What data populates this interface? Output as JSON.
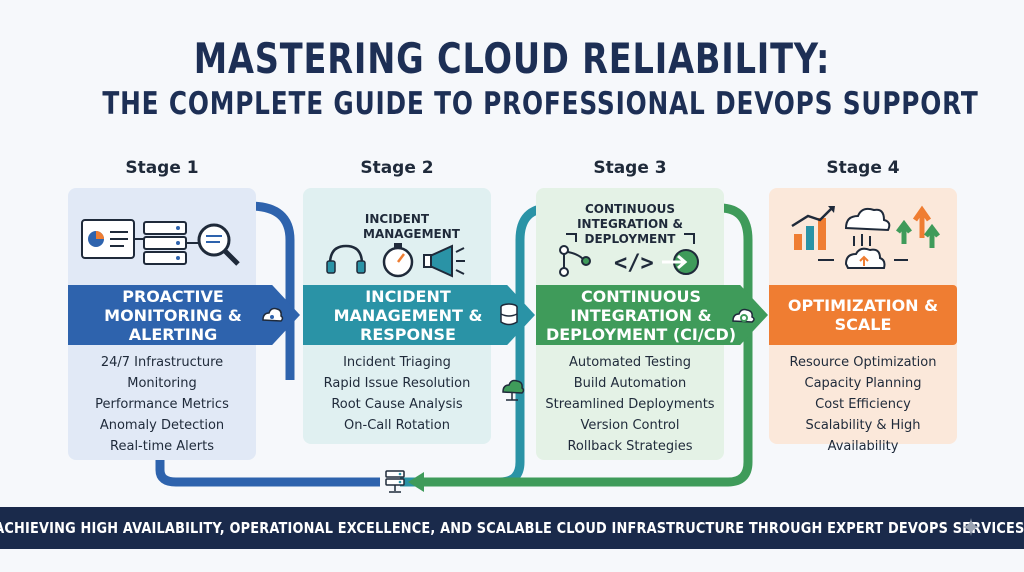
{
  "header": {
    "title": "MASTERING CLOUD RELIABILITY:",
    "subtitle": "THE COMPLETE GUIDE TO PROFESSIONAL DEVOPS SUPPORT"
  },
  "stages": [
    {
      "label": "Stage 1",
      "top_text": "",
      "banner": "PROACTIVE MONITORING & ALERTING",
      "bullets": [
        "24/7 Infrastructure Monitoring",
        "Performance Metrics",
        "Anomaly Detection",
        "Real-time Alerts"
      ],
      "icons": [
        "dashboard-icon",
        "server-rack-icon",
        "magnifier-chart-icon"
      ],
      "color": "#2e63ad"
    },
    {
      "label": "Stage 2",
      "top_text": "INCIDENT MANAGEMENT",
      "banner": "INCIDENT MANAGEMENT & RESPONSE",
      "bullets": [
        "Incident Triaging",
        "Rapid Issue Resolution",
        "Root Cause Analysis",
        "On-Call Rotation"
      ],
      "icons": [
        "headset-icon",
        "stopwatch-icon",
        "megaphone-icon"
      ],
      "color": "#2a93a6"
    },
    {
      "label": "Stage 3",
      "top_text": "CONTINUOUS INTEGRATION & DEPLOYMENT",
      "banner": "CONTINUOUS INTEGRATION & DEPLOYMENT (CI/CD)",
      "bullets": [
        "Automated Testing",
        "Build Automation",
        "Streamlined Deployments",
        "Version Control",
        "Rollback Strategies"
      ],
      "icons": [
        "git-branch-icon",
        "code-icon",
        "deploy-arrow-icon"
      ],
      "color": "#3f9b5a"
    },
    {
      "label": "Stage 4",
      "top_text": "",
      "banner": "OPTIMIZATION & SCALE",
      "bullets": [
        "Resource Optimization",
        "Capacity Planning",
        "Cost Efficiency",
        "Scalability & High Availability"
      ],
      "icons": [
        "growth-chart-icon",
        "cloud-upload-icon",
        "scale-up-arrows-icon"
      ],
      "color": "#ef7d32"
    }
  ],
  "connector_icons": [
    "cloud-sync-icon",
    "database-icon",
    "cloud-network-icon",
    "cloud-gear-icon",
    "server-icon"
  ],
  "footer": {
    "text": "ACHIEVING HIGH AVAILABILITY, OPERATIONAL EXCELLENCE, AND SCALABLE CLOUD INFRASTRUCTURE THROUGH EXPERT DEVOPS SERVICES."
  },
  "colors": {
    "navy": "#1d2f55",
    "blue": "#2e63ad",
    "teal": "#2a93a6",
    "green": "#3f9b5a",
    "orange": "#ef7d32",
    "footer_bg": "#1a2a4b"
  }
}
